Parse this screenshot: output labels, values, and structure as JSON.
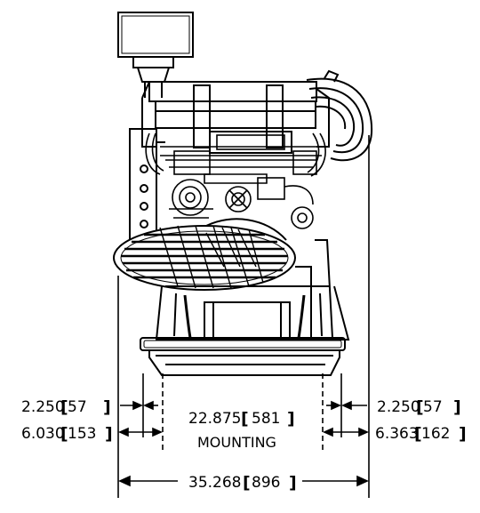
{
  "drawing": {
    "left_outer_dim": {
      "value": "2.250",
      "metric": "57"
    },
    "left_inner_dim": {
      "value": "6.030",
      "metric": "153"
    },
    "right_outer_dim": {
      "value": "2.250",
      "metric": "57"
    },
    "right_inner_dim": {
      "value": "6.363",
      "metric": "162"
    },
    "mounting_dim": {
      "value": "22.875",
      "metric": "581",
      "label": "MOUNTING"
    },
    "overall_width": {
      "value": "35.268",
      "metric": "896"
    }
  }
}
